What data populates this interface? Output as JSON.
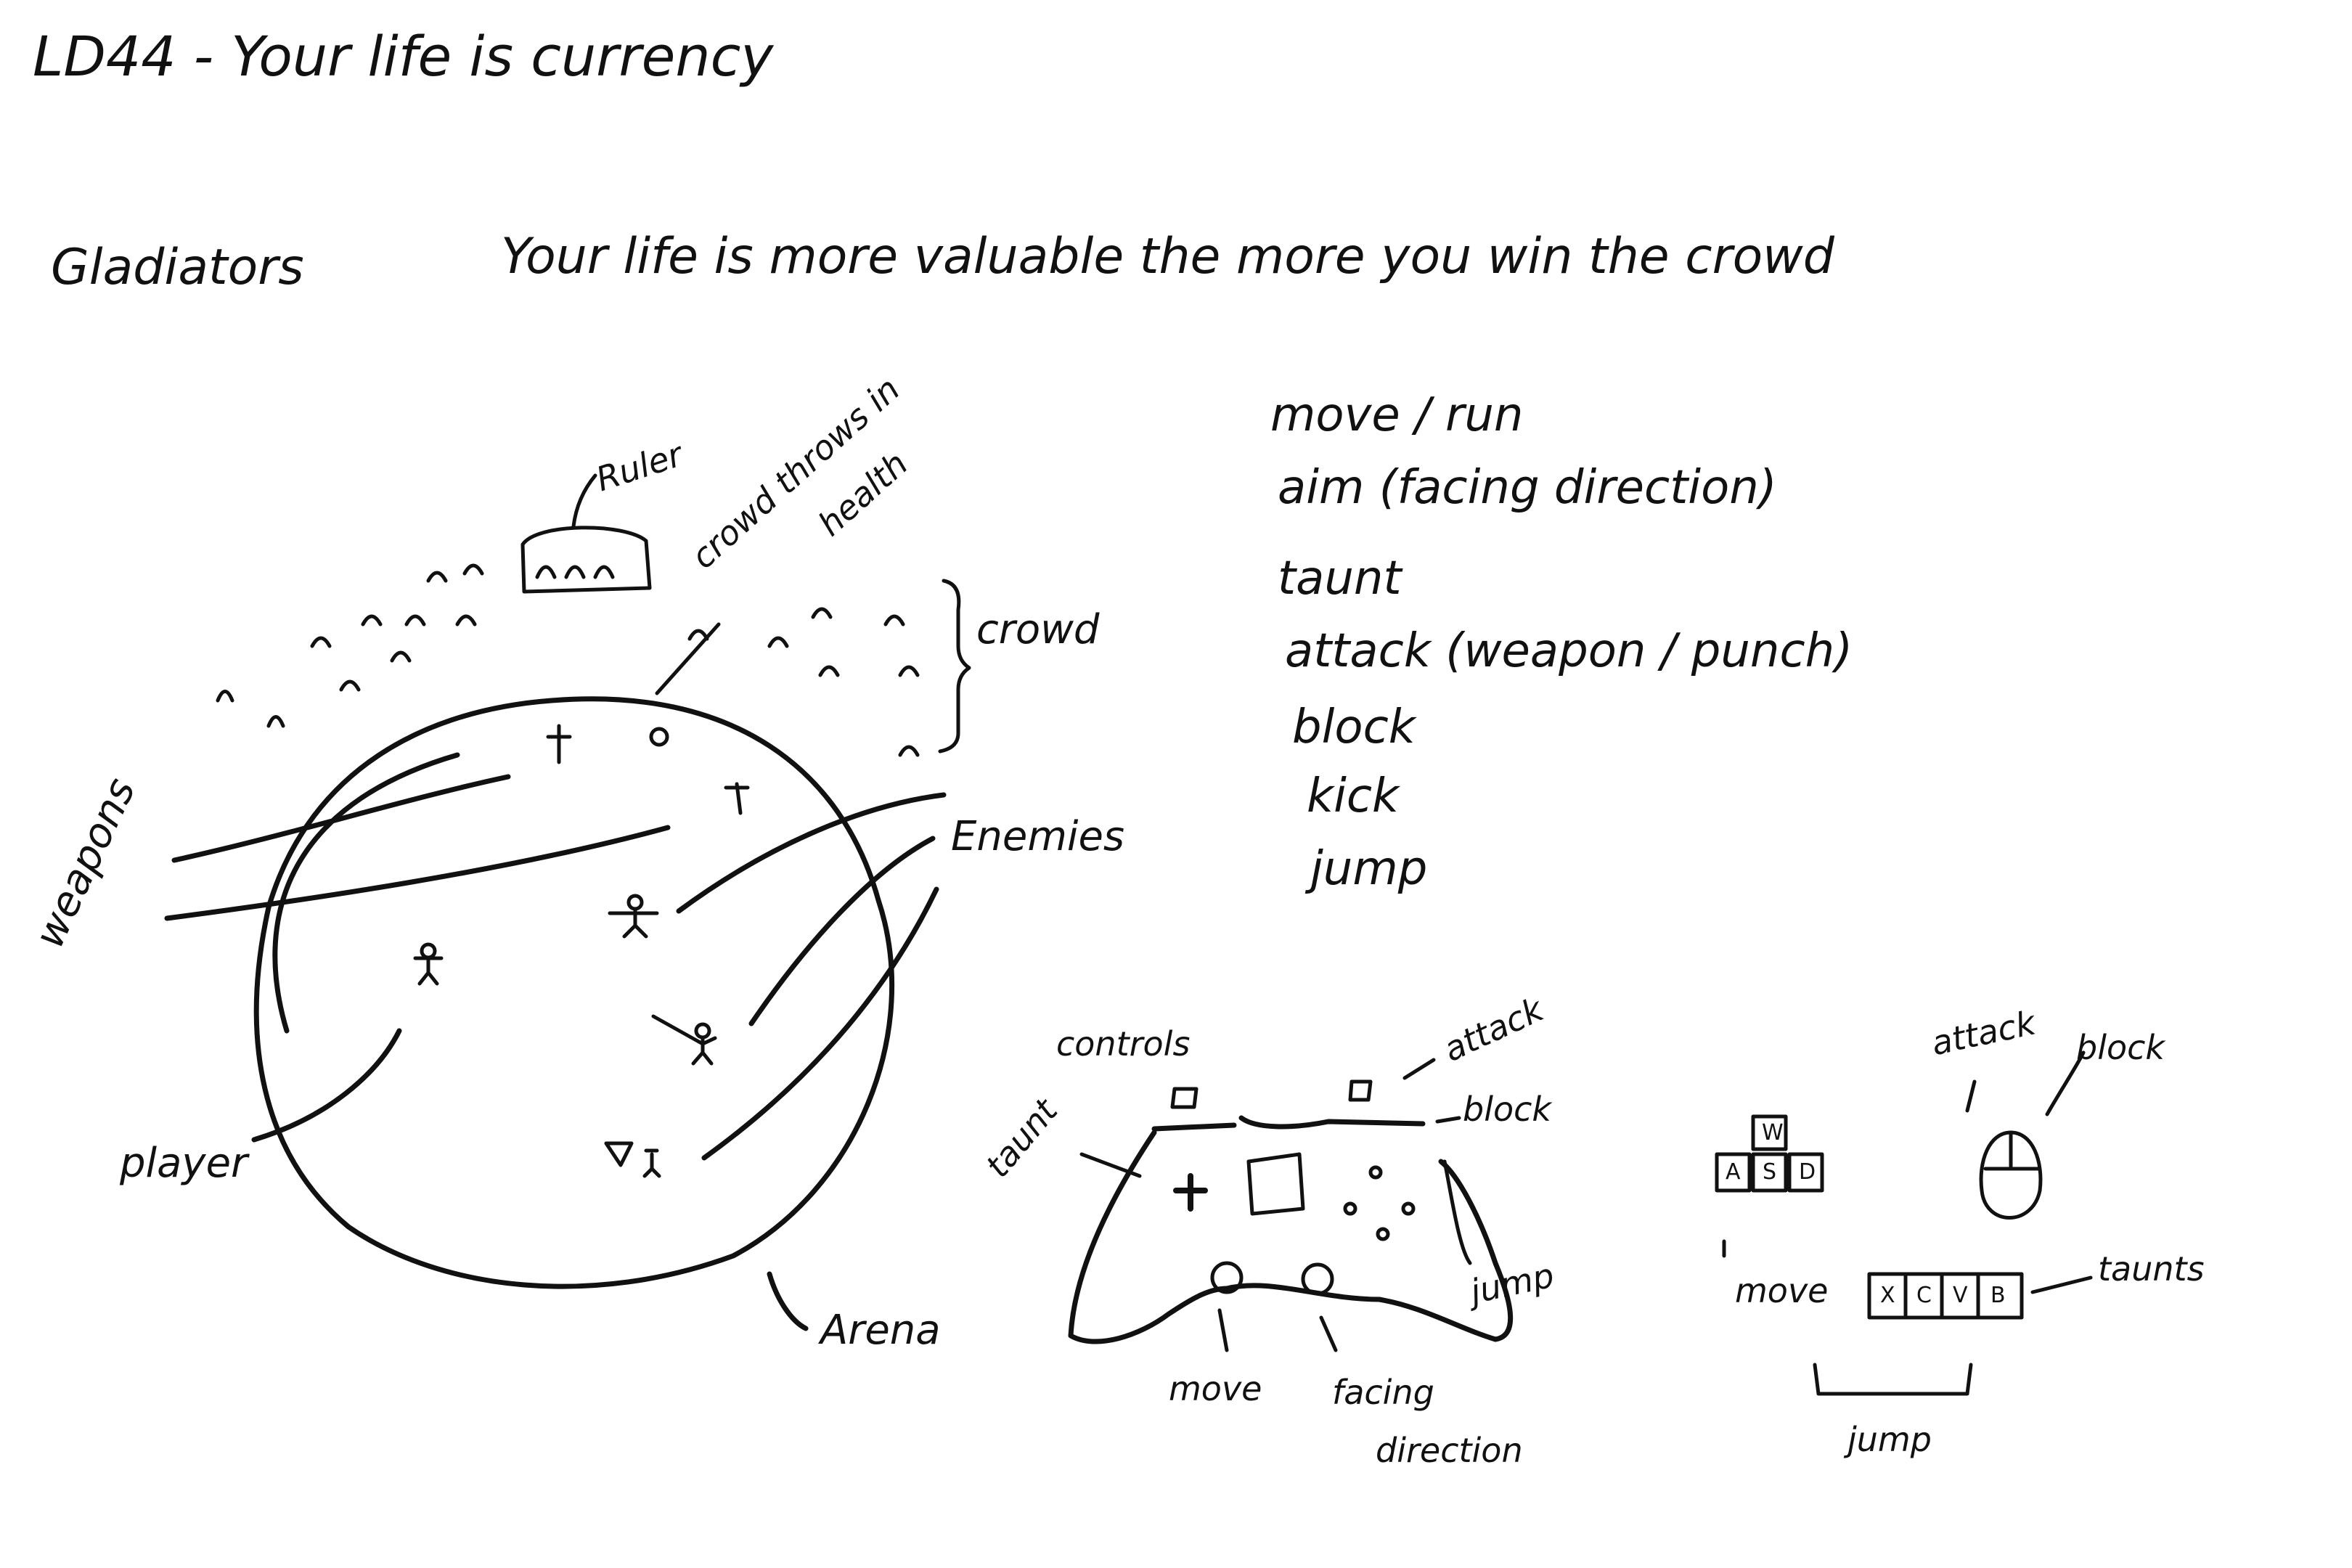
{
  "title": "LD44 - Your life is currency",
  "genre": "Gladiators",
  "concept": "Your life is more valuable the more you win the crowd",
  "arena_sketch": {
    "ruler_label": "Ruler",
    "crowd_throws_label": "crowd throws in",
    "crowd_throws_label_2": "health",
    "crowd_label": "crowd",
    "weapons_label": "weapons",
    "enemies_label": "Enemies",
    "player_label": "player",
    "arena_label": "Arena"
  },
  "actions": [
    "move / run",
    "aim (facing direction)",
    "taunt",
    "attack (weapon / punch)",
    "block",
    "kick",
    "jump"
  ],
  "controller_sketch": {
    "controls_label": "controls",
    "attack_label": "attack",
    "block_label": "block",
    "taunt_label": "taunt",
    "jump_label": "jump",
    "move_label": "move",
    "facing_label_1": "facing",
    "facing_label_2": "direction"
  },
  "keyboard_sketch": {
    "attack_label": "attack",
    "block_label": "block",
    "move_label": "move",
    "taunts_label": "taunts",
    "jump_label": "jump",
    "move_keys": [
      "W",
      "A",
      "S",
      "D"
    ],
    "taunt_keys": [
      "X",
      "C",
      "V",
      "B"
    ]
  },
  "colors": {
    "ink": "#111111",
    "paper": "#ffffff"
  }
}
